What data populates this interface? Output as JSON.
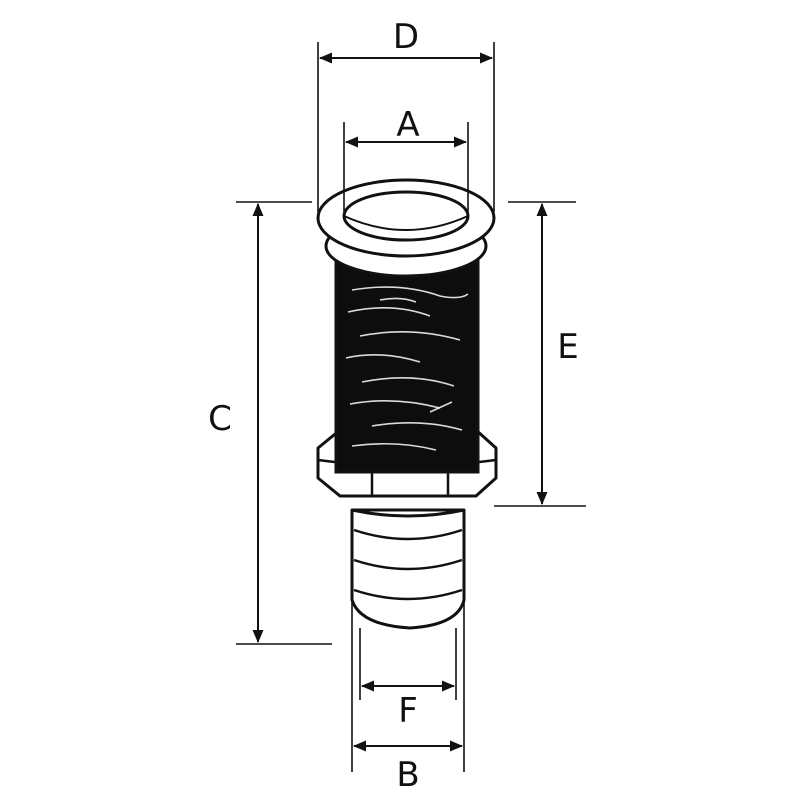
{
  "diagram": {
    "labels": {
      "A": "A",
      "B": "B",
      "C": "C",
      "D": "D",
      "E": "E",
      "F": "F"
    },
    "colors": {
      "line": "#111111",
      "background": "#ffffff",
      "thread_body": "#0d0d0d"
    },
    "icons": {
      "arrowhead": "filled-triangle-arrowhead"
    }
  }
}
